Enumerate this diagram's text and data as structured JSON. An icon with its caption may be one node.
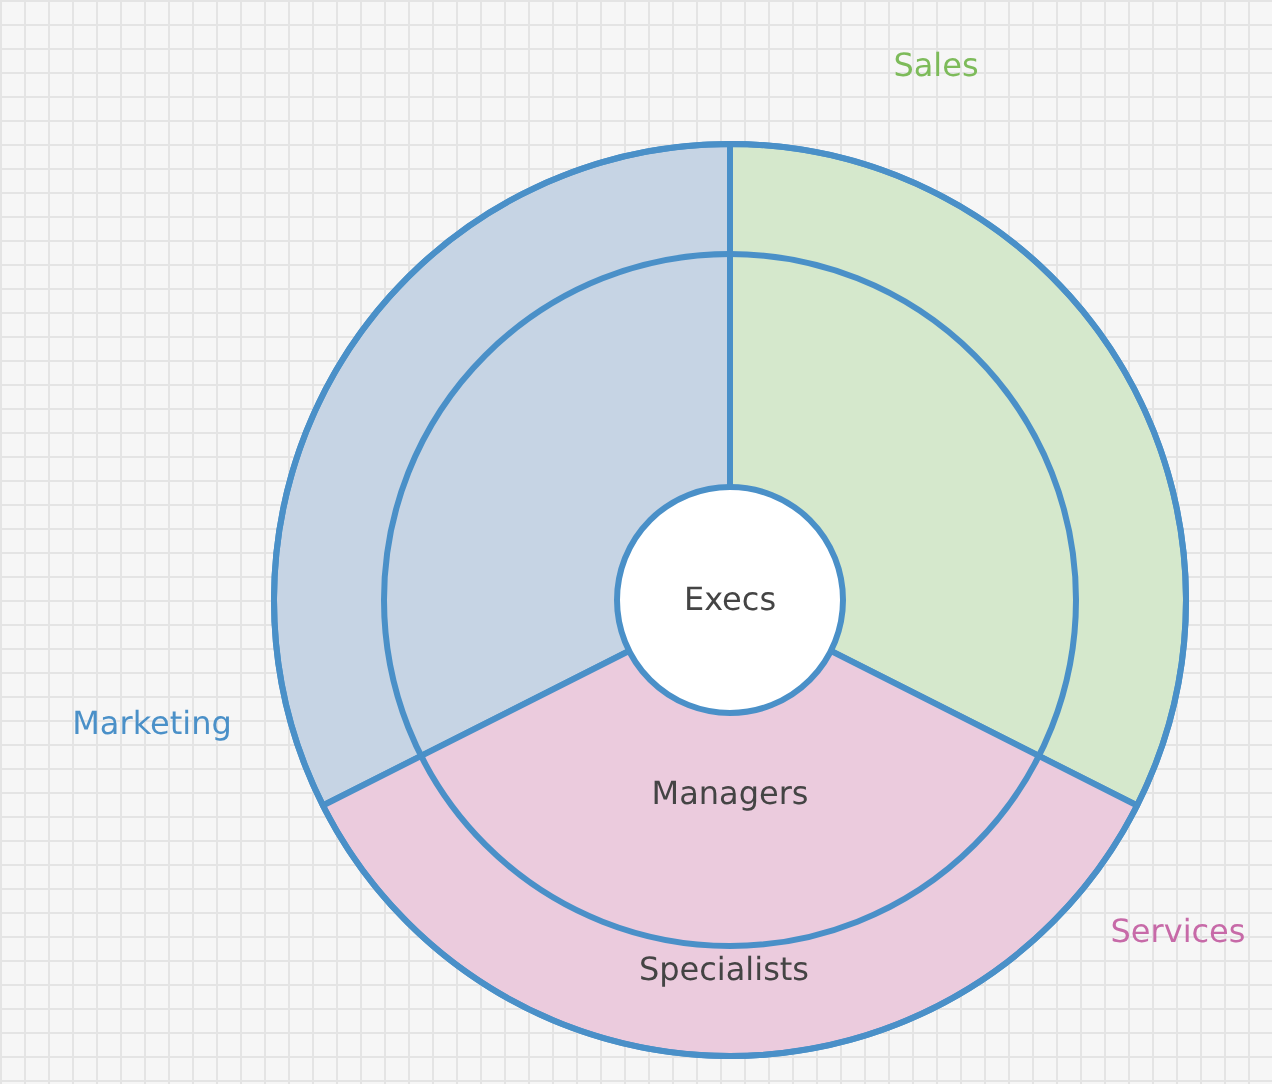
{
  "diagram": {
    "nodes": [
      {
        "text": [
          "Execs"
        ]
      }
    ],
    "labels": [
      "Sales",
      "Marketing",
      "Managers",
      "Services",
      "Specialists"
    ]
  }
}
